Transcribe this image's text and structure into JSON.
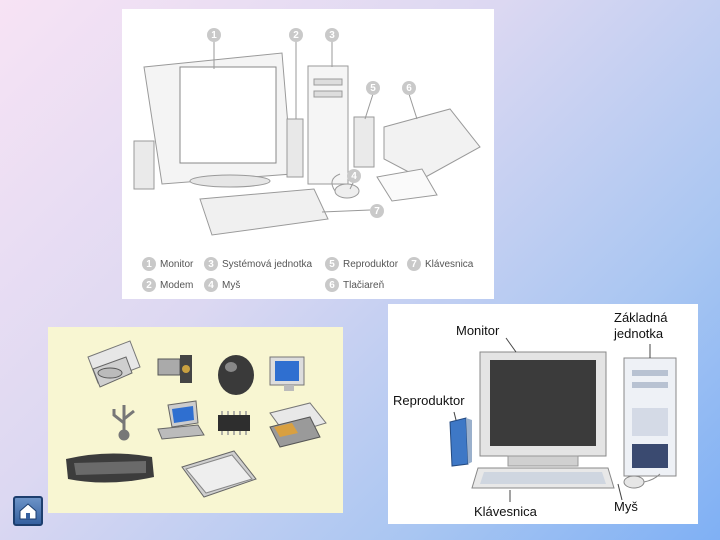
{
  "top_figure": {
    "callout_numbers": [
      "1",
      "2",
      "3",
      "4",
      "5",
      "6",
      "7"
    ],
    "legend": [
      {
        "num": "1",
        "label": "Monitor"
      },
      {
        "num": "2",
        "label": "Modem"
      },
      {
        "num": "3",
        "label": "Systémová jednotka"
      },
      {
        "num": "4",
        "label": "Myš"
      },
      {
        "num": "5",
        "label": "Reproduktor"
      },
      {
        "num": "6",
        "label": "Tlačiareň"
      },
      {
        "num": "7",
        "label": "Klávesnica"
      }
    ]
  },
  "peripherals_figure": {
    "icons": [
      "dvd-drive-icon",
      "webcam-icon",
      "mouse-icon",
      "monitor-icon",
      "usb-icon",
      "laptop-icon",
      "chip-icon",
      "printer-icon",
      "keyboard-icon",
      "scanner-icon"
    ]
  },
  "labeled_computer": {
    "monitor": "Monitor",
    "system_unit": "Základná jednotka",
    "speaker": "Reproduktor",
    "keyboard": "Klávesnica",
    "mouse": "Myš"
  },
  "nav": {
    "home_icon": "home-icon"
  }
}
